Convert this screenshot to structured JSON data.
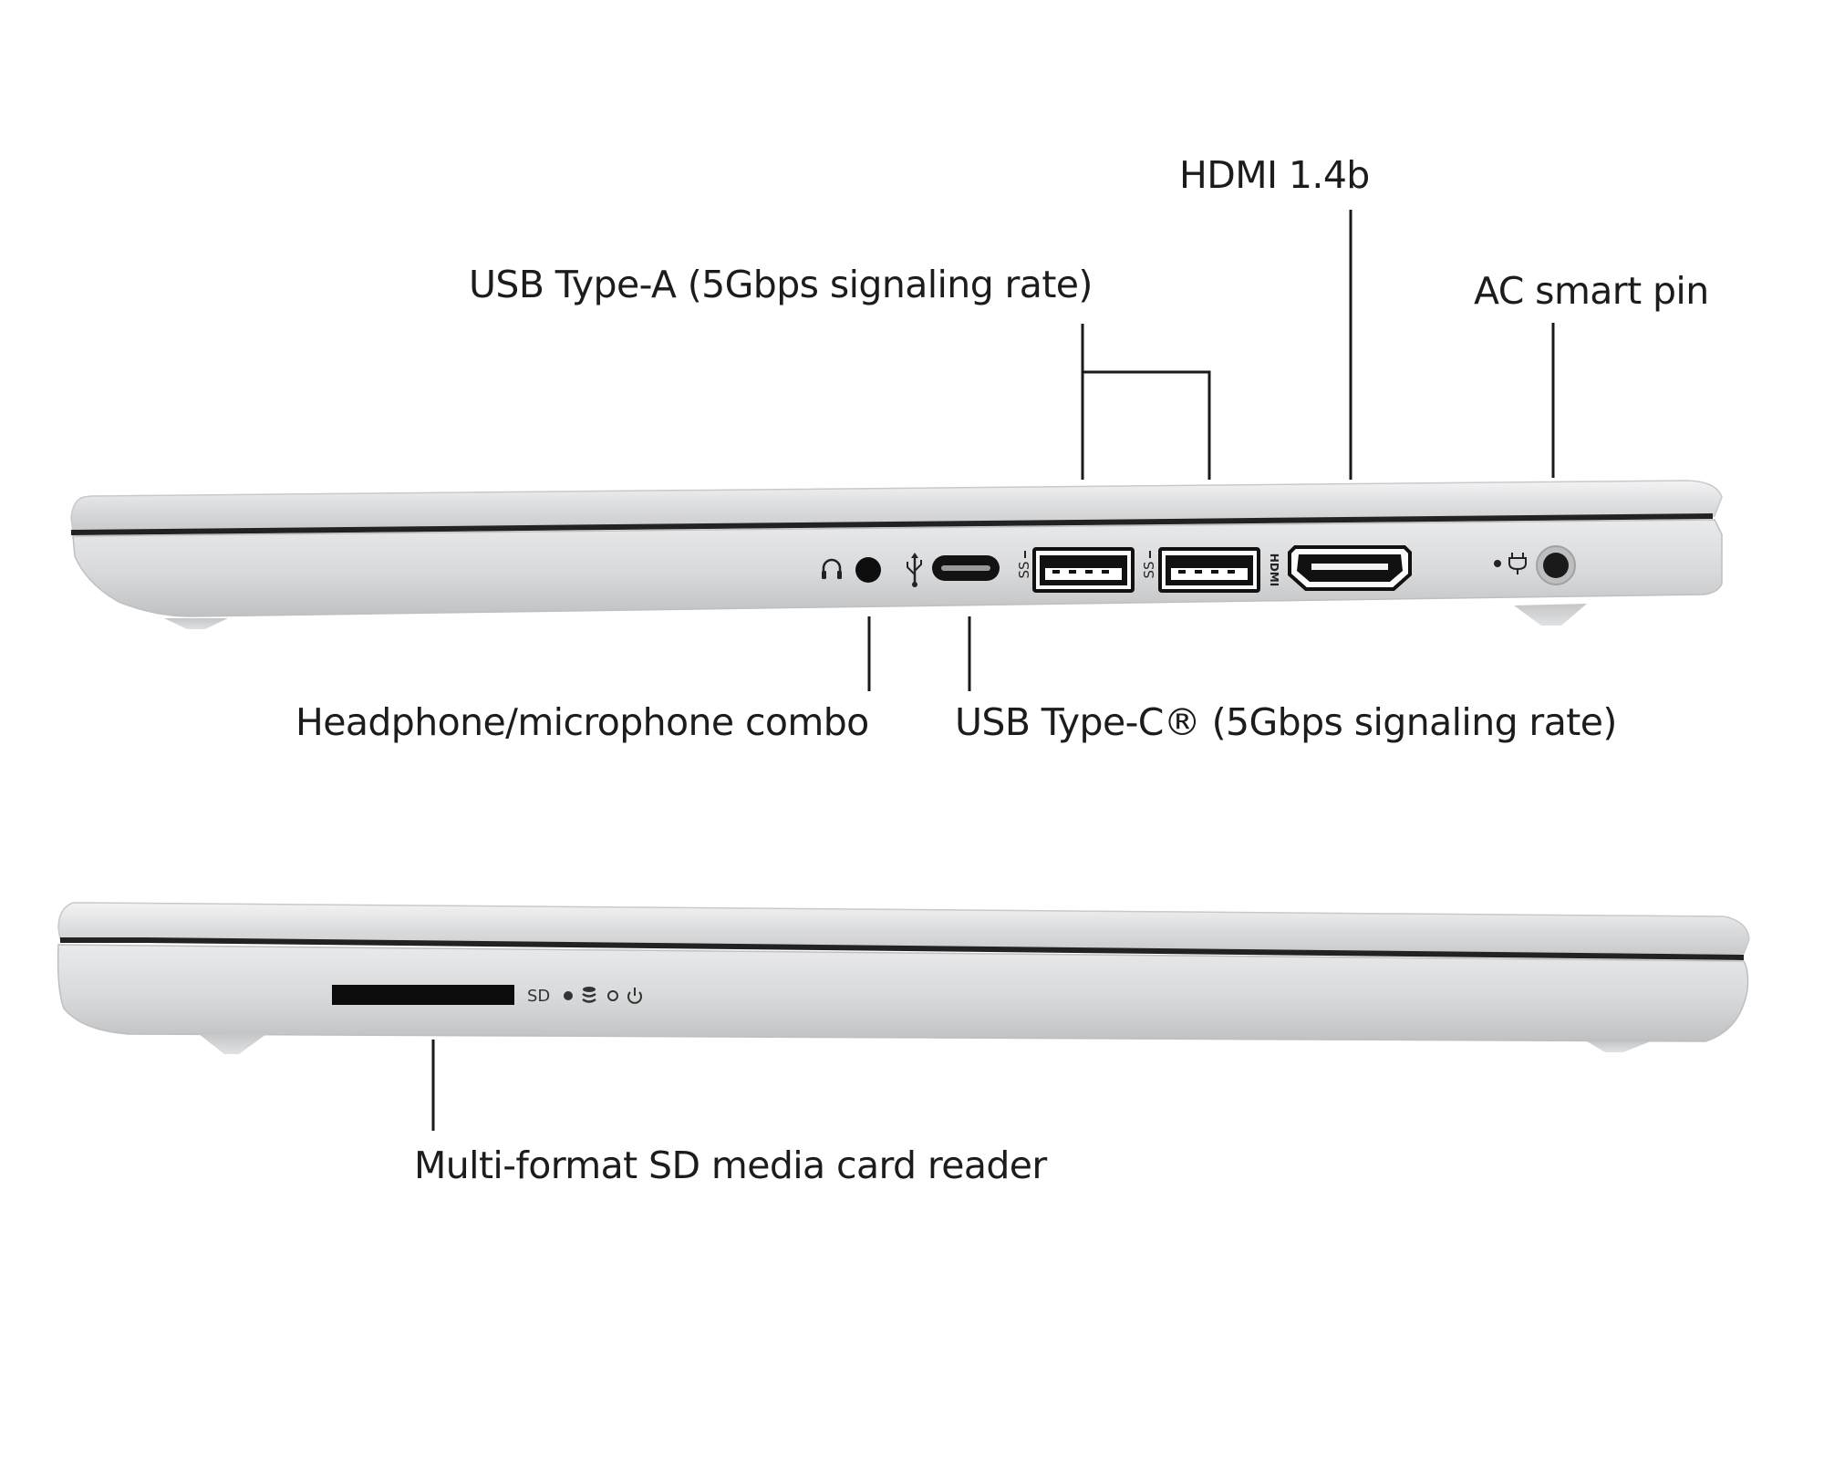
{
  "callouts": {
    "hdmi": "HDMI 1.4b",
    "usb_type_a": "USB Type-A (5Gbps signaling rate)",
    "ac_smart_pin": "AC smart pin",
    "headphone_mic": "Headphone/microphone combo",
    "usb_type_c": "USB Type-C® (5Gbps signaling rate)",
    "sd_reader": "Multi-format SD media card reader"
  },
  "port_markings": {
    "hdmi_logo": "HDMI",
    "superspeed": "SS",
    "sd_label": "SD"
  },
  "colors": {
    "chassis": "#d6d7d9",
    "chassis_highlight": "#eceded",
    "chassis_shadow": "#b9bbbd",
    "port_black": "#111111",
    "leader_line": "#1a1a1a"
  }
}
